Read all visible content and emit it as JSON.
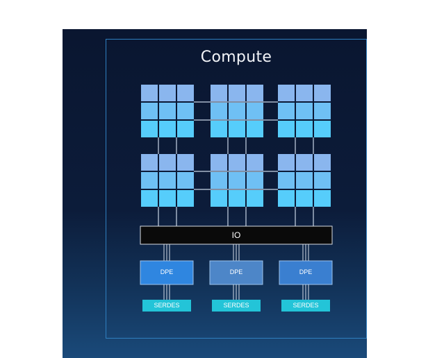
{
  "title": "Compute",
  "io_label": "IO",
  "dpe_label": "DPE",
  "serdes_label": "SERDES",
  "compute_rows": 2,
  "compute_cols": 3,
  "tile_grid": 3,
  "dpe_count": 3,
  "colors": {
    "tile_top": "#8ab6ee",
    "tile_mid": "#6fc0f4",
    "tile_bottom": "#56cdfb",
    "io_bg": "#0a0a0a",
    "dpe_left": "#2f86e0",
    "dpe_mid": "#4d86c8",
    "dpe_right": "#3a7fd0",
    "serdes": "#23c4d8",
    "frame": "#2f7fc0"
  }
}
